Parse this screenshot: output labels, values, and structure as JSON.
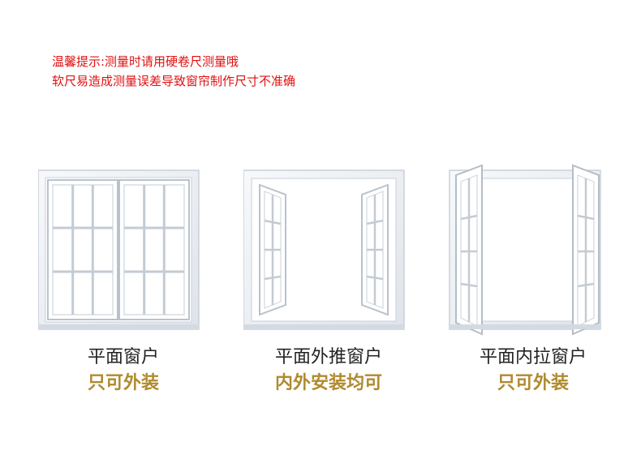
{
  "notice": {
    "line1": "温馨提示:测量时请用硬卷尺测量哦",
    "line2": "软尺易造成测量误差导致窗帘制作尺寸不准确",
    "color": "#e01010"
  },
  "windows": [
    {
      "icon": "casement-window-closed-icon",
      "title": "平面窗户",
      "note": "只可外装"
    },
    {
      "icon": "window-outward-opening-icon",
      "title": "平面外推窗户",
      "note": "内外安装均可"
    },
    {
      "icon": "window-inward-opening-icon",
      "title": "平面内拉窗户",
      "note": "只可外装"
    }
  ],
  "colors": {
    "title": "#222222",
    "note": "#b08a2e",
    "frame": "#f3f5f7"
  }
}
